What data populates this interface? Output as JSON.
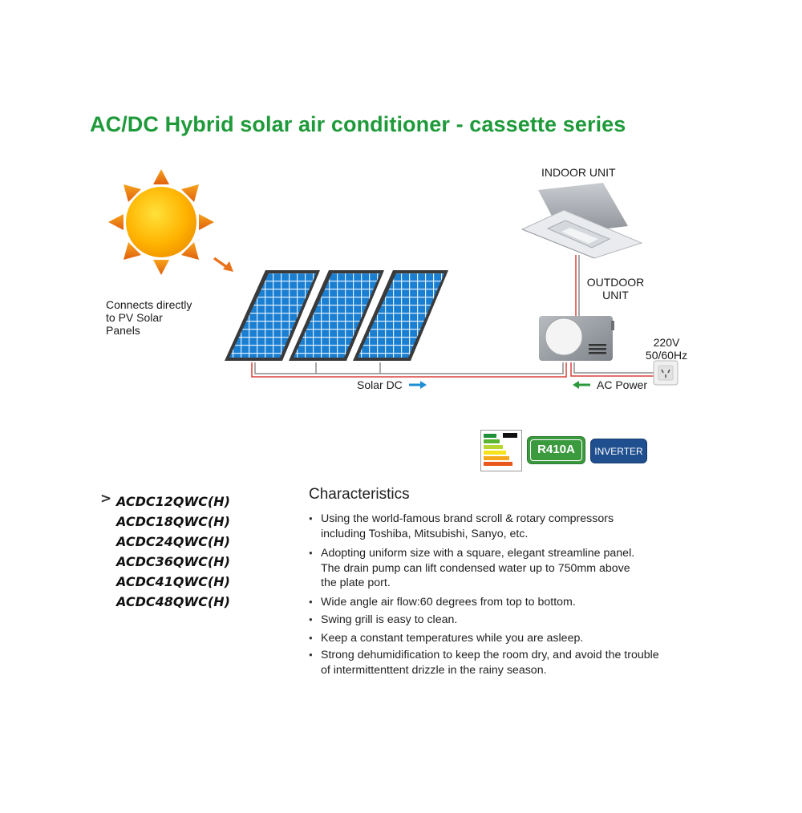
{
  "title": "AC/DC Hybrid solar  air conditioner - cassette series",
  "diagram": {
    "sun_label": "Connects directly\nto PV Solar\nPanels",
    "indoor_unit": "INDOOR UNIT",
    "outdoor_unit": "OUTDOOR\nUNIT",
    "power_spec": "220V\n50/60Hz",
    "solar_dc": "Solar DC",
    "ac_power": "AC Power"
  },
  "badges": {
    "refrigerant": "R410A",
    "inverter": "INVERTER"
  },
  "models": [
    "ACDC12QWC(H)",
    "ACDC18QWC(H)",
    "ACDC24QWC(H)",
    "ACDC36QWC(H)",
    "ACDC41QWC(H)",
    "ACDC48QWC(H)"
  ],
  "selected_marker": ">",
  "characteristics": {
    "heading": "Characteristics",
    "items": [
      "Using the world-famous brand scroll & rotary compressors\nincluding Toshiba, Mitsubishi, Sanyo, etc.",
      "Adopting uniform size with a square, elegant streamline panel.\nThe drain pump can lift condensed water up to 750mm above\nthe plate port.",
      "Wide angle air flow:60 degrees from top to bottom.",
      "Swing grill is easy to clean.",
      "Keep a constant temperatures while you are asleep.",
      "Strong dehumidification to keep the room dry, and avoid the trouble\nof intermittenttent drizzle in the rainy season."
    ]
  },
  "colors": {
    "title_green": "#1f9a3a",
    "wire_red": "#d9403a",
    "solar_arrow_blue": "#1e8ed6",
    "ac_arrow_green": "#2c9a3c",
    "inverter_blue": "#1f4f8f"
  }
}
